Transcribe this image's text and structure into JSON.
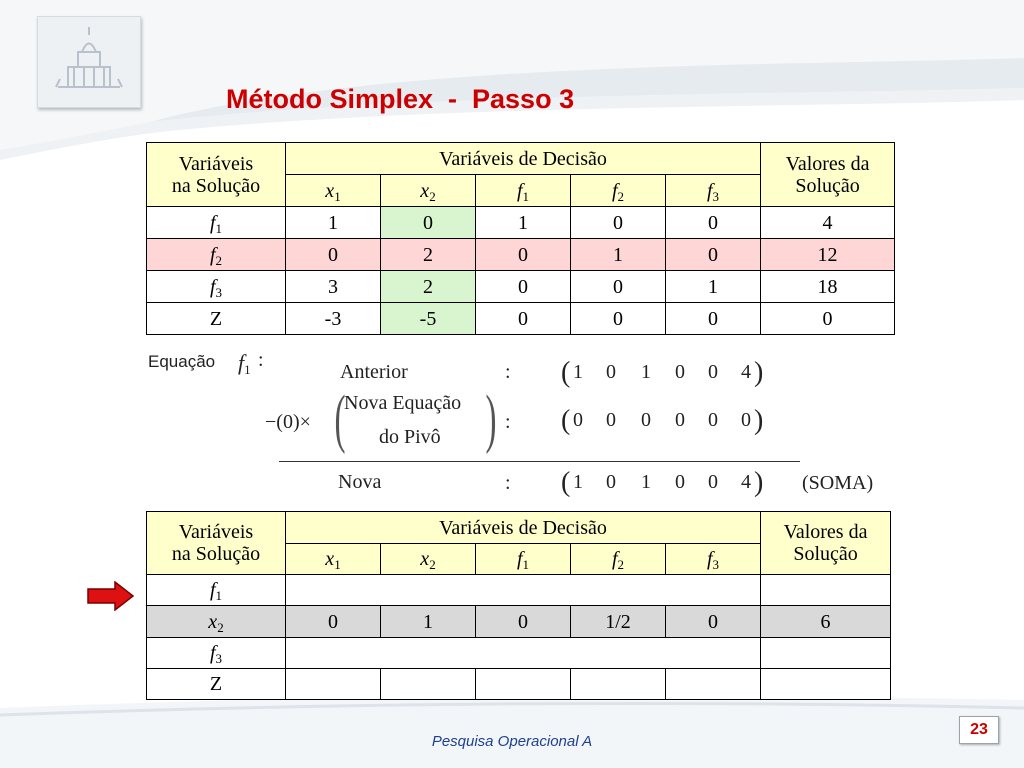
{
  "title": "Método Simplex  -  Passo 3",
  "table_header": {
    "vars_line1": "Variáveis",
    "vars_line2": "na Solução",
    "decision": "Variáveis de Decisão",
    "values_line1": "Valores da",
    "values_line2": "Solução",
    "cols": [
      {
        "base": "x",
        "sub": "1"
      },
      {
        "base": "x",
        "sub": "2"
      },
      {
        "base": "f",
        "sub": "1"
      },
      {
        "base": "f",
        "sub": "2"
      },
      {
        "base": "f",
        "sub": "3"
      }
    ]
  },
  "table1": {
    "rows": [
      {
        "var": {
          "base": "f",
          "sub": "1"
        },
        "cells": [
          "1",
          "0",
          "1",
          "0",
          "0"
        ],
        "value": "4"
      },
      {
        "var": {
          "base": "f",
          "sub": "2"
        },
        "cells": [
          "0",
          "2",
          "0",
          "1",
          "0"
        ],
        "value": "12",
        "highlight": "pink"
      },
      {
        "var": {
          "base": "f",
          "sub": "3"
        },
        "cells": [
          "3",
          "2",
          "0",
          "0",
          "1"
        ],
        "value": "18"
      },
      {
        "var": {
          "base": "Z",
          "sub": ""
        },
        "cells": [
          "-3",
          "-5",
          "0",
          "0",
          "0"
        ],
        "value": "0"
      }
    ],
    "pivot_column_highlight": "#d8f5d0"
  },
  "equation": {
    "label": "Equação",
    "var_base": "f",
    "var_sub": "1",
    "colon": ":",
    "anterior_label": "Anterior",
    "anterior_values": [
      "1",
      "0",
      "1",
      "0",
      "0",
      "4"
    ],
    "multiplier_prefix": "−(0)×",
    "pivot_line1": "Nova Equação",
    "pivot_line2": "do Pivô",
    "pivot_values": [
      "0",
      "0",
      "0",
      "0",
      "0",
      "0"
    ],
    "nova_label": "Nova",
    "nova_values": [
      "1",
      "0",
      "1",
      "0",
      "0",
      "4"
    ],
    "soma_label": "(SOMA)"
  },
  "table2": {
    "rows": [
      {
        "var": {
          "base": "f",
          "sub": "1"
        },
        "cells": [
          "",
          "",
          "",
          "",
          ""
        ],
        "value": ""
      },
      {
        "var": {
          "base": "x",
          "sub": "2"
        },
        "cells": [
          "0",
          "1",
          "0",
          "1/2",
          "0"
        ],
        "value": "6",
        "highlight": "gray"
      },
      {
        "var": {
          "base": "f",
          "sub": "3"
        },
        "cells": [
          "",
          "",
          "",
          "",
          ""
        ],
        "value": ""
      },
      {
        "var": {
          "base": "Z",
          "sub": ""
        },
        "cells": [
          "",
          "",
          "",
          "",
          ""
        ],
        "value": ""
      }
    ]
  },
  "arrow_icon": "right-arrow-icon",
  "footer": "Pesquisa Operacional A",
  "page_number": "23",
  "colors": {
    "title": "#cc0000",
    "header_bg": "#ffffcc",
    "pink_row": "#ffd6d6",
    "gray_row": "#d9d9d9",
    "arrow": "#dd1111",
    "footer": "#1f3f8f"
  }
}
